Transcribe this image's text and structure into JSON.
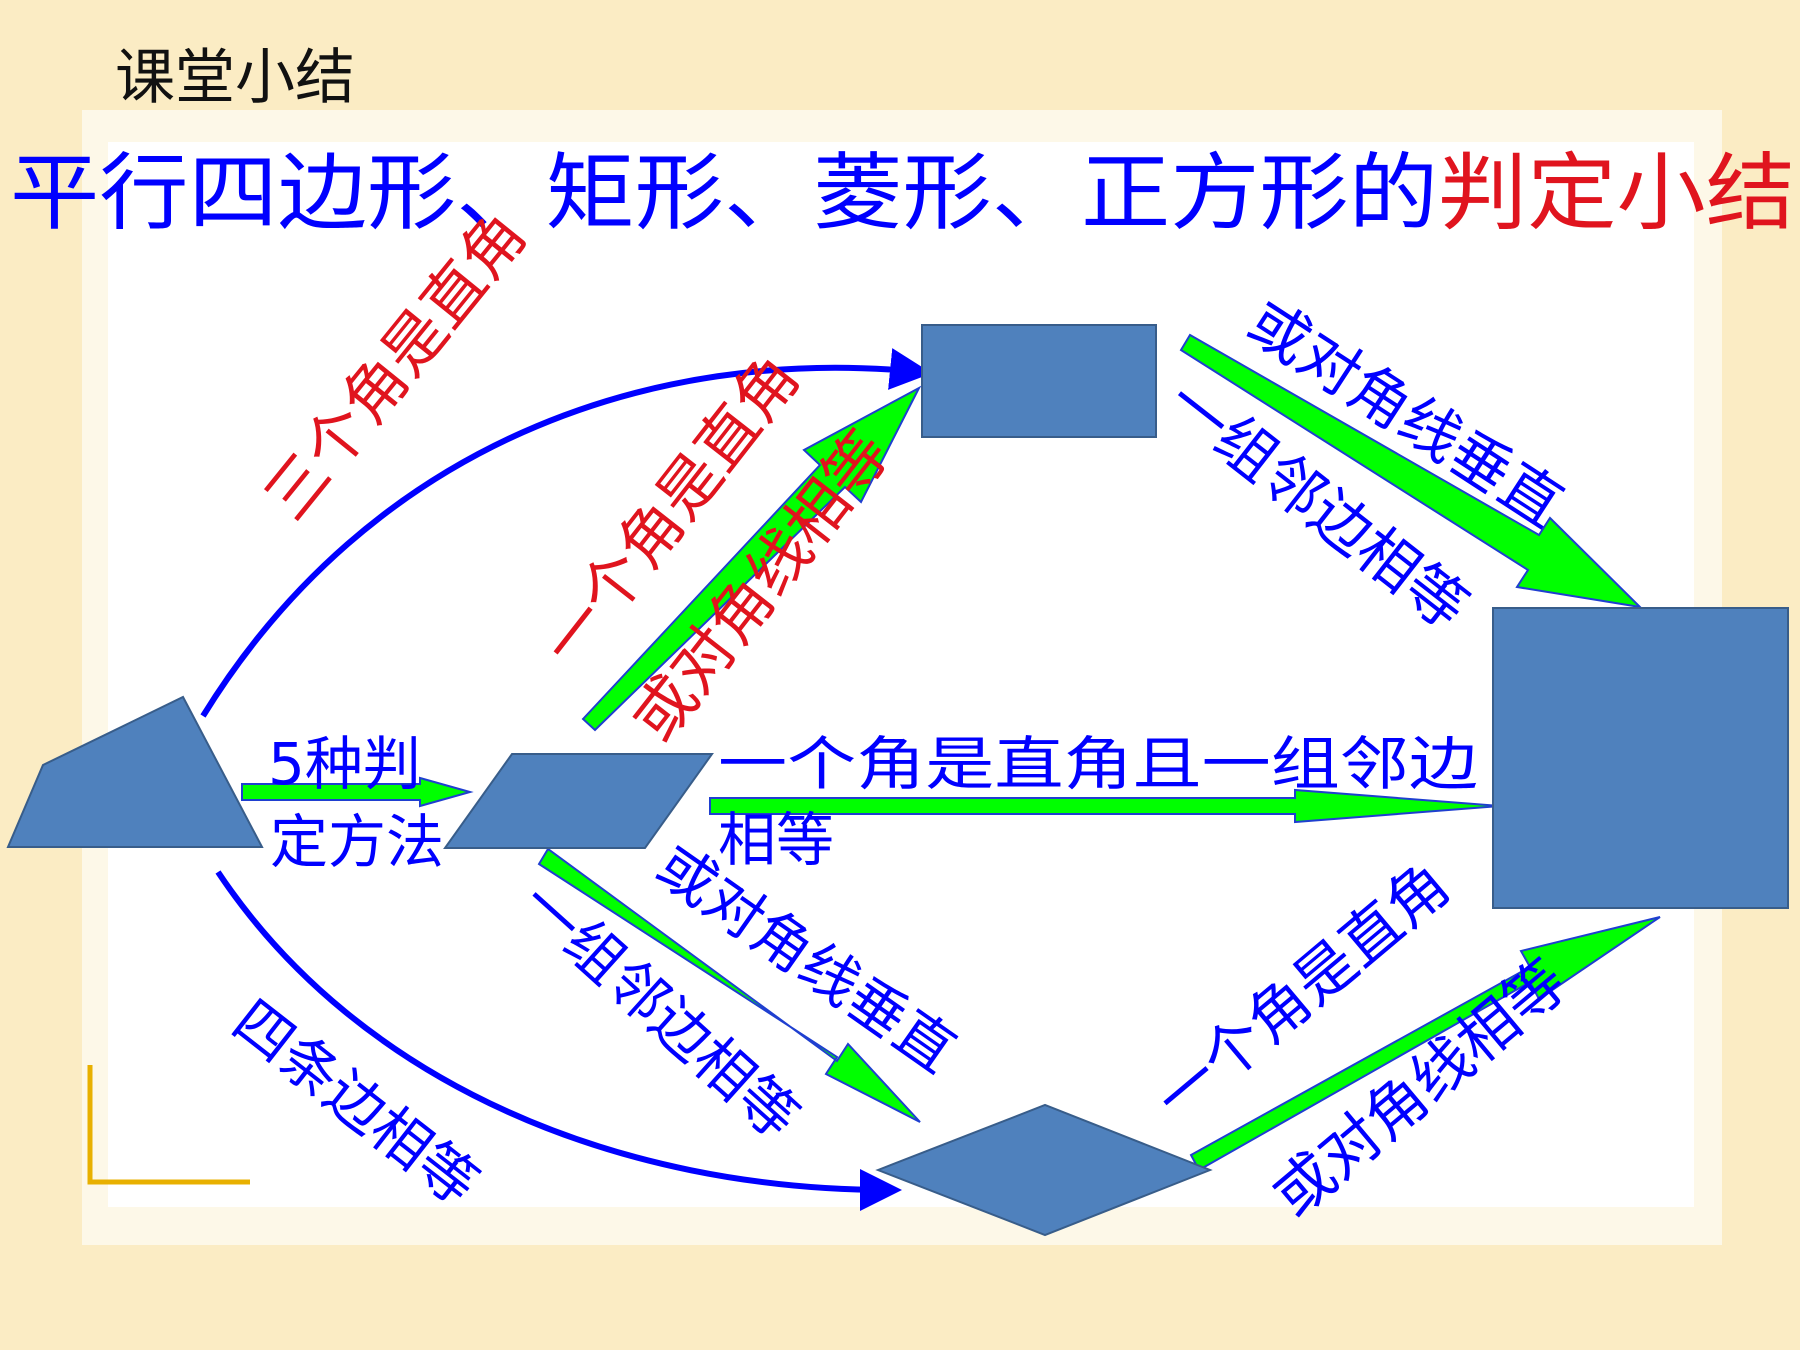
{
  "slide": {
    "heading": "课堂小结",
    "title_main": "平行四边形、矩形、菱形、正方形的",
    "title_highlight": "判定小结"
  },
  "colors": {
    "background": "#fbecc4",
    "panel": "#ffffff",
    "shape_fill": "#4f81bd",
    "shape_stroke": "#385d8a",
    "blue": "#0000ff",
    "red": "#e0141e",
    "green": "#00ff00",
    "yellow": "#e8b000"
  },
  "labels": {
    "three_right_angles": "三个角是直角",
    "one_right_angle_to_rect": "一个角是直角",
    "equal_diagonals_to_rect": "或对角线相等",
    "five_methods_line1": "5种判",
    "five_methods_line2": "定方法",
    "right_angle_and_adjacent_line1": "一个角是直角且一组邻边",
    "right_angle_and_adjacent_line2": "相等",
    "rect_perp_diagonals": "或对角线垂直",
    "rect_adjacent_sides": "一组邻边相等",
    "para_perp_diagonals": "或对角线垂直",
    "para_adjacent_sides": "一组邻边相等",
    "four_equal_sides": "四条边相等",
    "rhombus_right_angle": "一个角是直角",
    "rhombus_equal_diagonals": "或对角线相等"
  }
}
